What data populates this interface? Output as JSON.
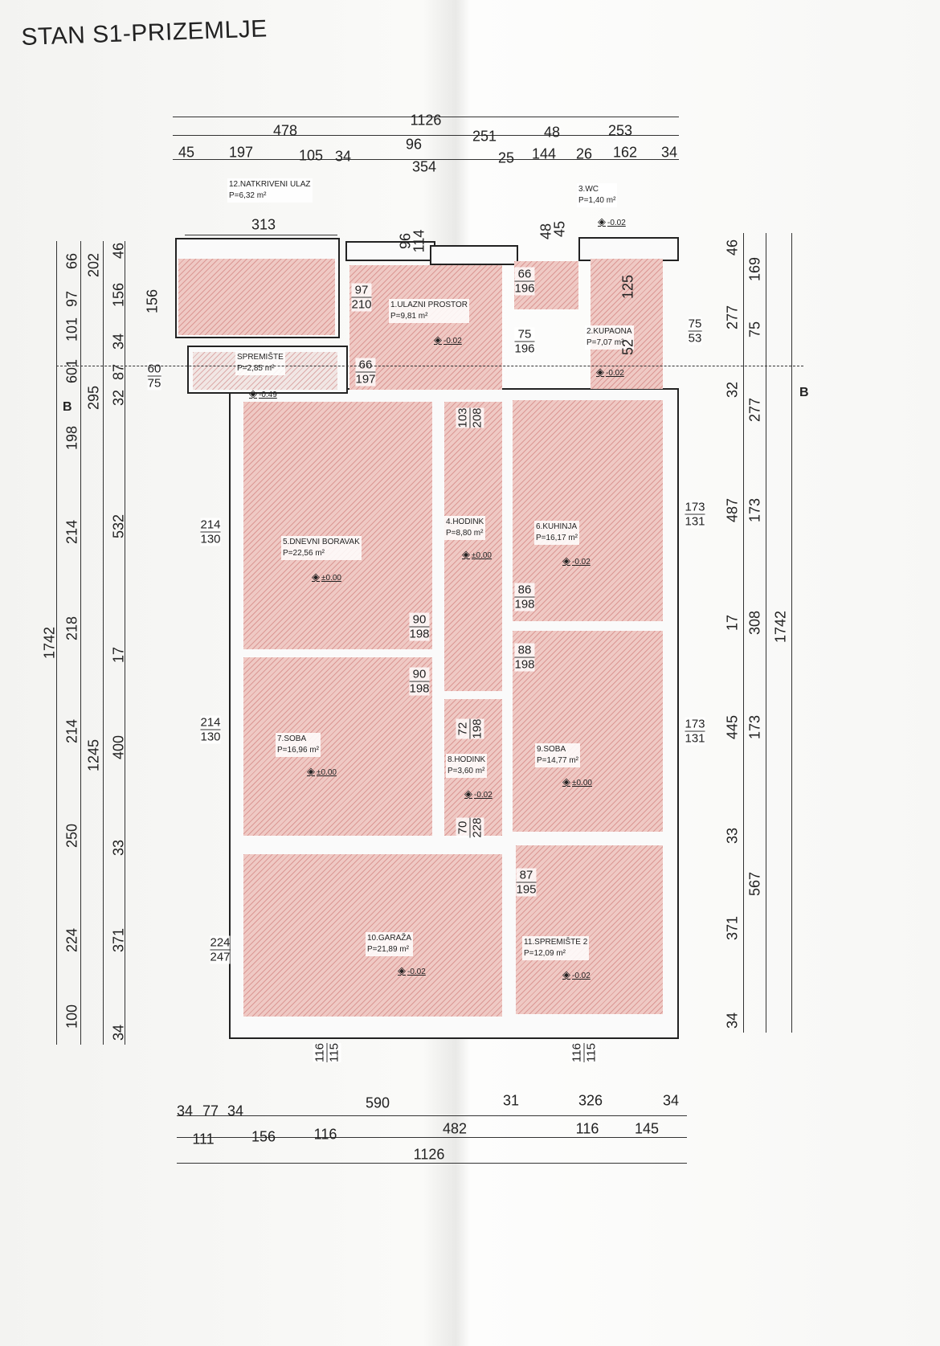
{
  "title": "STAN S1-PRIZEMLJE",
  "section_marker": "B",
  "dims": {
    "top": [
      "1126",
      "478",
      "96",
      "251",
      "48",
      "253",
      "45",
      "197",
      "105",
      "34",
      "354",
      "25",
      "144",
      "26",
      "162",
      "34",
      "313"
    ],
    "bottom": [
      "34",
      "77",
      "34",
      "590",
      "31",
      "326",
      "34",
      "111",
      "156",
      "116",
      "482",
      "116",
      "145",
      "1126"
    ],
    "left": [
      "66",
      "97",
      "101",
      "601",
      "198",
      "214",
      "218",
      "214",
      "250",
      "224",
      "100",
      "202",
      "295",
      "532",
      "1245",
      "1742",
      "46",
      "156",
      "34",
      "87",
      "32",
      "17",
      "400",
      "33",
      "371",
      "34",
      "156"
    ],
    "right": [
      "46",
      "277",
      "32",
      "487",
      "17",
      "445",
      "33",
      "371",
      "34",
      "169",
      "75",
      "277",
      "173",
      "308",
      "173",
      "567",
      "1742",
      "125",
      "52",
      "96",
      "114",
      "48",
      "45"
    ]
  },
  "rooms": [
    {
      "name": "1.ULAZNI PROSTOR",
      "area": "P=9,81 m²",
      "level": "-0.02"
    },
    {
      "name": "2.KUPAONA",
      "area": "P=7,07 m²",
      "level": "-0.02"
    },
    {
      "name": "3.WC",
      "area": "P=1,40 m²",
      "level": "-0.02"
    },
    {
      "name": "4.HODINK",
      "area": "P=8,80 m²",
      "level": "±0.00"
    },
    {
      "name": "5.DNEVNI BORAVAK",
      "area": "P=22,56 m²",
      "level": "±0.00"
    },
    {
      "name": "6.KUHINJA",
      "area": "P=16,17 m²",
      "level": "-0.02"
    },
    {
      "name": "7.SOBA",
      "area": "P=16,96 m²",
      "level": "±0.00"
    },
    {
      "name": "8.HODINK",
      "area": "P=3,60 m²",
      "level": "-0.02"
    },
    {
      "name": "9.SOBA",
      "area": "P=14,77 m²",
      "level": "±0.00"
    },
    {
      "name": "10.GARAŽA",
      "area": "P=21,89 m²",
      "level": "-0.02"
    },
    {
      "name": "11.SPREMIŠTE 2",
      "area": "P=12,09 m²",
      "level": "-0.02"
    },
    {
      "name": "12.NATKRIVENI ULAZ",
      "area": "P=6,32 m²",
      "level": ""
    },
    {
      "name": "SPREMIŠTE",
      "area": "P=2,85 m²",
      "level": "-0.49"
    }
  ],
  "openings": [
    [
      "97",
      "210"
    ],
    [
      "66",
      "196"
    ],
    [
      "75",
      "196"
    ],
    [
      "66",
      "197"
    ],
    [
      "60",
      "75"
    ],
    [
      "75",
      "53"
    ],
    [
      "103",
      "208"
    ],
    [
      "214",
      "130"
    ],
    [
      "173",
      "131"
    ],
    [
      "86",
      "198"
    ],
    [
      "90",
      "198"
    ],
    [
      "88",
      "198"
    ],
    [
      "90",
      "198"
    ],
    [
      "214",
      "130"
    ],
    [
      "173",
      "131"
    ],
    [
      "72",
      "198"
    ],
    [
      "70",
      "228"
    ],
    [
      "87",
      "195"
    ],
    [
      "224",
      "247"
    ],
    [
      "116",
      "115"
    ],
    [
      "116",
      "115"
    ]
  ]
}
